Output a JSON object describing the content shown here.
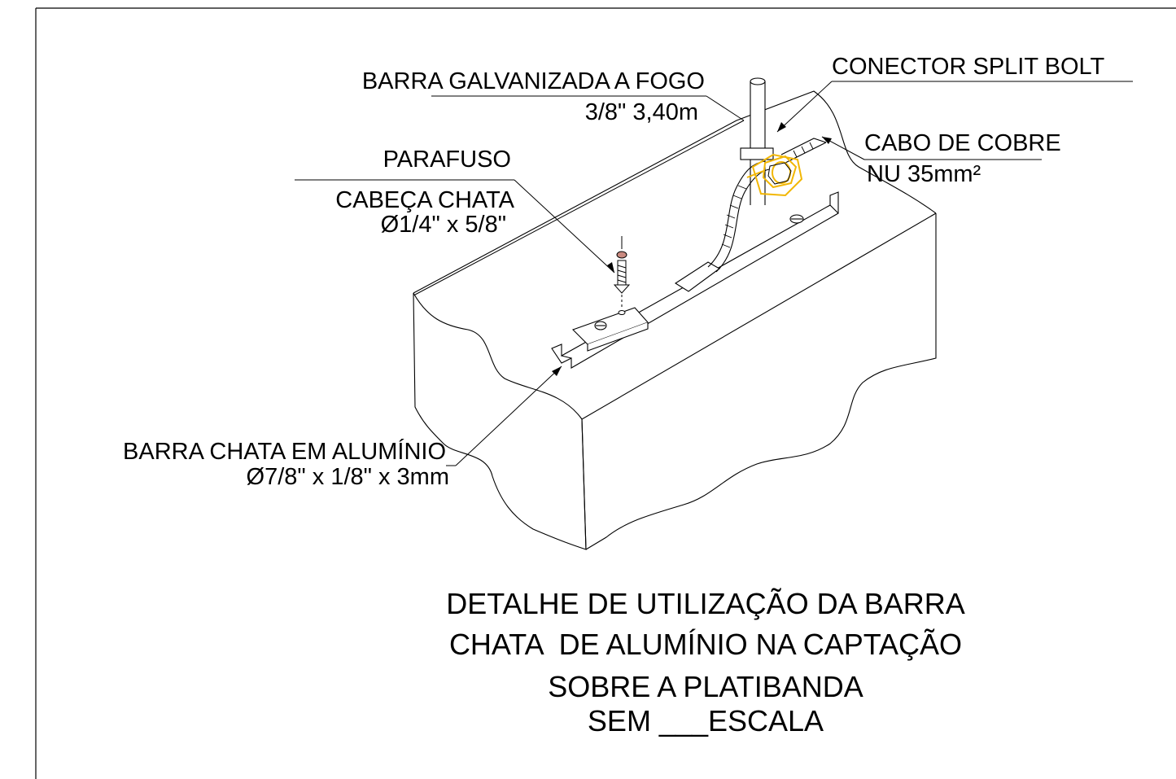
{
  "labels": {
    "barra_galvanizada": "BARRA GALVANIZADA A FOGO",
    "barra_galvanizada_spec": "3/8\" 3,40m",
    "conector": "CONECTOR SPLIT BOLT",
    "cabo": "CABO DE COBRE",
    "cabo_spec": "NU 35mm²",
    "parafuso": "PARAFUSO",
    "parafuso_tipo": "CABEÇA CHATA",
    "parafuso_spec": "Ø1/4\" x 5/8\"",
    "barra_chata": "BARRA CHATA EM ALUMÍNIO",
    "barra_chata_spec": "Ø7/8\" x 1/8\" x 3mm"
  },
  "title": {
    "line1": "DETALHE DE UTILIZAÇÃO DA BARRA",
    "line2": "CHATA  DE ALUMÍNIO NA CAPTAÇÃO",
    "line3": "SOBRE A PLATIBANDA",
    "line4": "SEM ___ESCALA"
  },
  "colors": {
    "line": "#000000",
    "connector": "#f2b705",
    "nut": "#c98a80"
  }
}
